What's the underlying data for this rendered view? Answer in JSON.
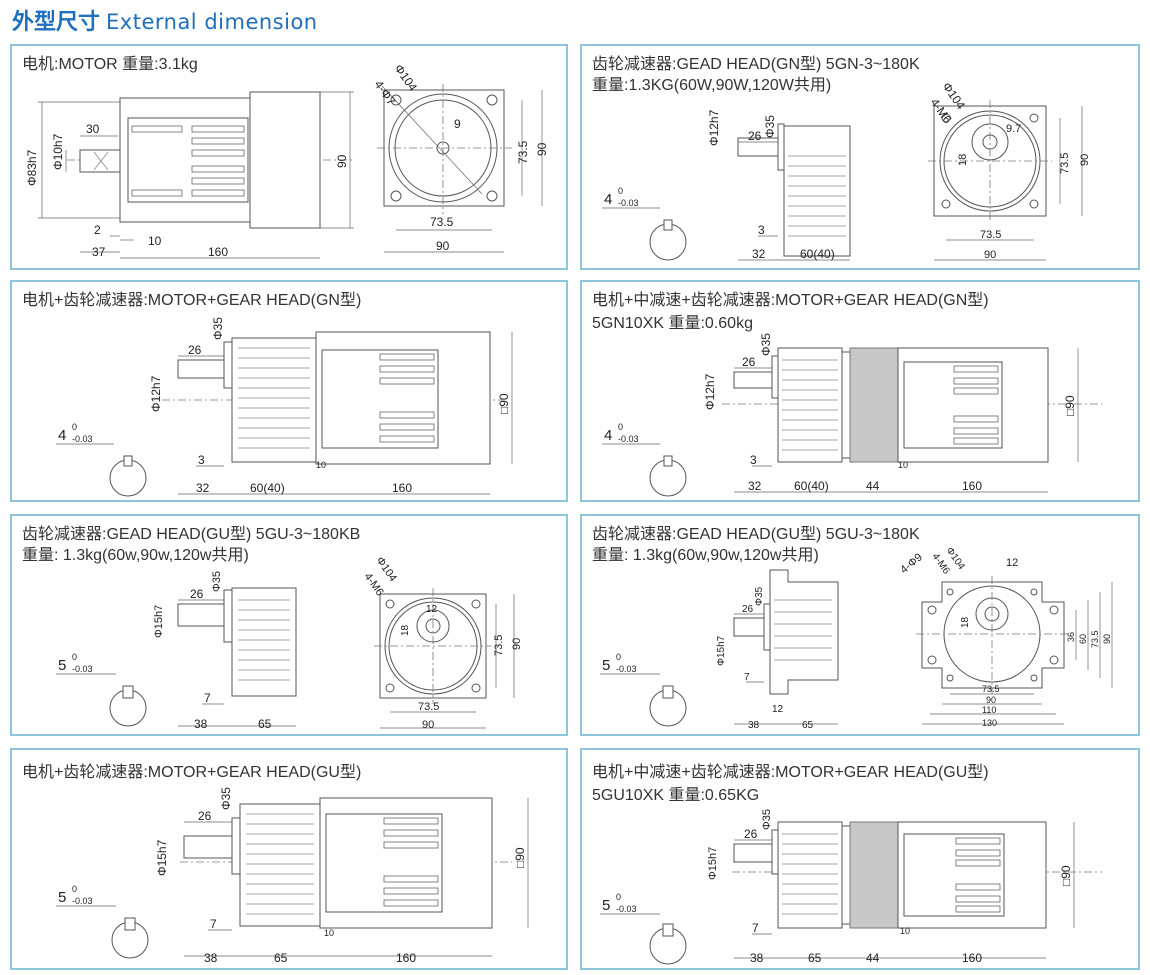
{
  "header": {
    "title_cn": "外型尺寸",
    "title_en": "External dimension"
  },
  "panels": {
    "motor": {
      "title": "电机:MOTOR  重量:3.1kg",
      "dims": {
        "d83": "Φ83h7",
        "d10": "Φ10h7",
        "l30": "30",
        "l2": "2",
        "l37": "37",
        "l10": "10",
        "l160": "160",
        "h90": "90",
        "d104": "Φ104",
        "holes": "4-Φ7",
        "k9": "9",
        "v735": "73.5",
        "v90": "90",
        "b735": "73.5",
        "b90": "90"
      }
    },
    "gn_gearhead": {
      "title_line1": "齿轮减速器:GEAD HEAD(GN型)  5GN-3~180K",
      "title_line2": "重量:1.3KG(60W,90W,120W共用)",
      "dims": {
        "d35": "Φ35",
        "d12": "Φ12h7",
        "l26": "26",
        "l3": "3",
        "l32": "32",
        "l60": "60(40)",
        "key": "4",
        "key_tol_top": "0",
        "key_tol_bot": "-0.03",
        "d104": "Φ104",
        "holes": "4-M6",
        "k97": "9.7",
        "k18": "18",
        "v735": "73.5",
        "v90": "90",
        "b735": "73.5",
        "b90": "90"
      }
    },
    "motor_gn": {
      "title": "电机+齿轮减速器:MOTOR+GEAR HEAD(GN型)",
      "dims": {
        "d35": "Φ35",
        "l26": "26",
        "d12": "Φ12h7",
        "key": "4",
        "key_tol_top": "0",
        "key_tol_bot": "-0.03",
        "l3": "3",
        "l10": "10",
        "l32": "32",
        "l60": "60(40)",
        "l160": "160",
        "sq90": "□90"
      }
    },
    "motor_mid_gn": {
      "title_line1": "电机+中减速+齿轮减速器:MOTOR+GEAR HEAD(GN型)",
      "title_line2": "5GN10XK  重量:0.60kg",
      "dims": {
        "l26": "26",
        "d35": "Φ35",
        "d12": "Φ12h7",
        "key": "4",
        "key_tol_top": "0",
        "key_tol_bot": "-0.03",
        "l3": "3",
        "l10": "10",
        "l32": "32",
        "l60": "60(40)",
        "l44": "44",
        "l160": "160",
        "sq90": "□90"
      }
    },
    "gu_gearhead_kb": {
      "title_line1": "齿轮减速器:GEAD HEAD(GU型)  5GU-3~180KB",
      "title_line2": "重量:  1.3kg(60w,90w,120w共用)",
      "dims": {
        "d35": "Φ35",
        "l26": "26",
        "d15": "Φ15h7",
        "key": "5",
        "key_tol_top": "0",
        "key_tol_bot": "-0.03",
        "l7": "7",
        "l38": "38",
        "l65": "65",
        "d104": "Φ104",
        "holes": "4-M6",
        "k12": "12",
        "k18": "18",
        "v735": "73.5",
        "v90": "90",
        "b735": "73.5",
        "b90": "90"
      }
    },
    "gu_gearhead_k": {
      "title_line1": "齿轮减速器:GEAD HEAD(GU型)  5GU-3~180K",
      "title_line2": "重量:  1.3kg(60w,90w,120w共用)",
      "dims": {
        "d35": "Φ35",
        "l26": "26",
        "d15": "Φ15h7",
        "key": "5",
        "key_tol_top": "0",
        "key_tol_bot": "-0.03",
        "l7": "7",
        "l12": "12",
        "l38": "38",
        "l65": "65",
        "holes9": "4-Φ9",
        "holesm6": "4-M6",
        "d104": "Φ104",
        "k12": "12",
        "k18": "18",
        "v36": "36",
        "v60": "60",
        "v735": "73.5",
        "v90": "90",
        "b735": "73.5",
        "b90": "90",
        "b110": "110",
        "b130": "130"
      }
    },
    "motor_gu": {
      "title": "电机+齿轮减速器:MOTOR+GEAR HEAD(GU型)",
      "dims": {
        "l26": "26",
        "d35": "Φ35",
        "d15": "Φ15h7",
        "key": "5",
        "key_tol_top": "0",
        "key_tol_bot": "-0.03",
        "l7": "7",
        "l10": "10",
        "l38": "38",
        "l65": "65",
        "l160": "160",
        "sq90": "□90"
      }
    },
    "motor_mid_gu": {
      "title_line1": "电机+中减速+齿轮减速器:MOTOR+GEAR HEAD(GU型)",
      "title_line2": "5GU10XK  重量:0.65KG",
      "dims": {
        "l26": "26",
        "d35": "Φ35",
        "d15": "Φ15h7",
        "key": "5",
        "key_tol_top": "0",
        "key_tol_bot": "-0.03",
        "l7": "7",
        "l10": "10",
        "l38": "38",
        "l65": "65",
        "l44": "44",
        "l160": "160",
        "sq90": "□90"
      }
    }
  }
}
